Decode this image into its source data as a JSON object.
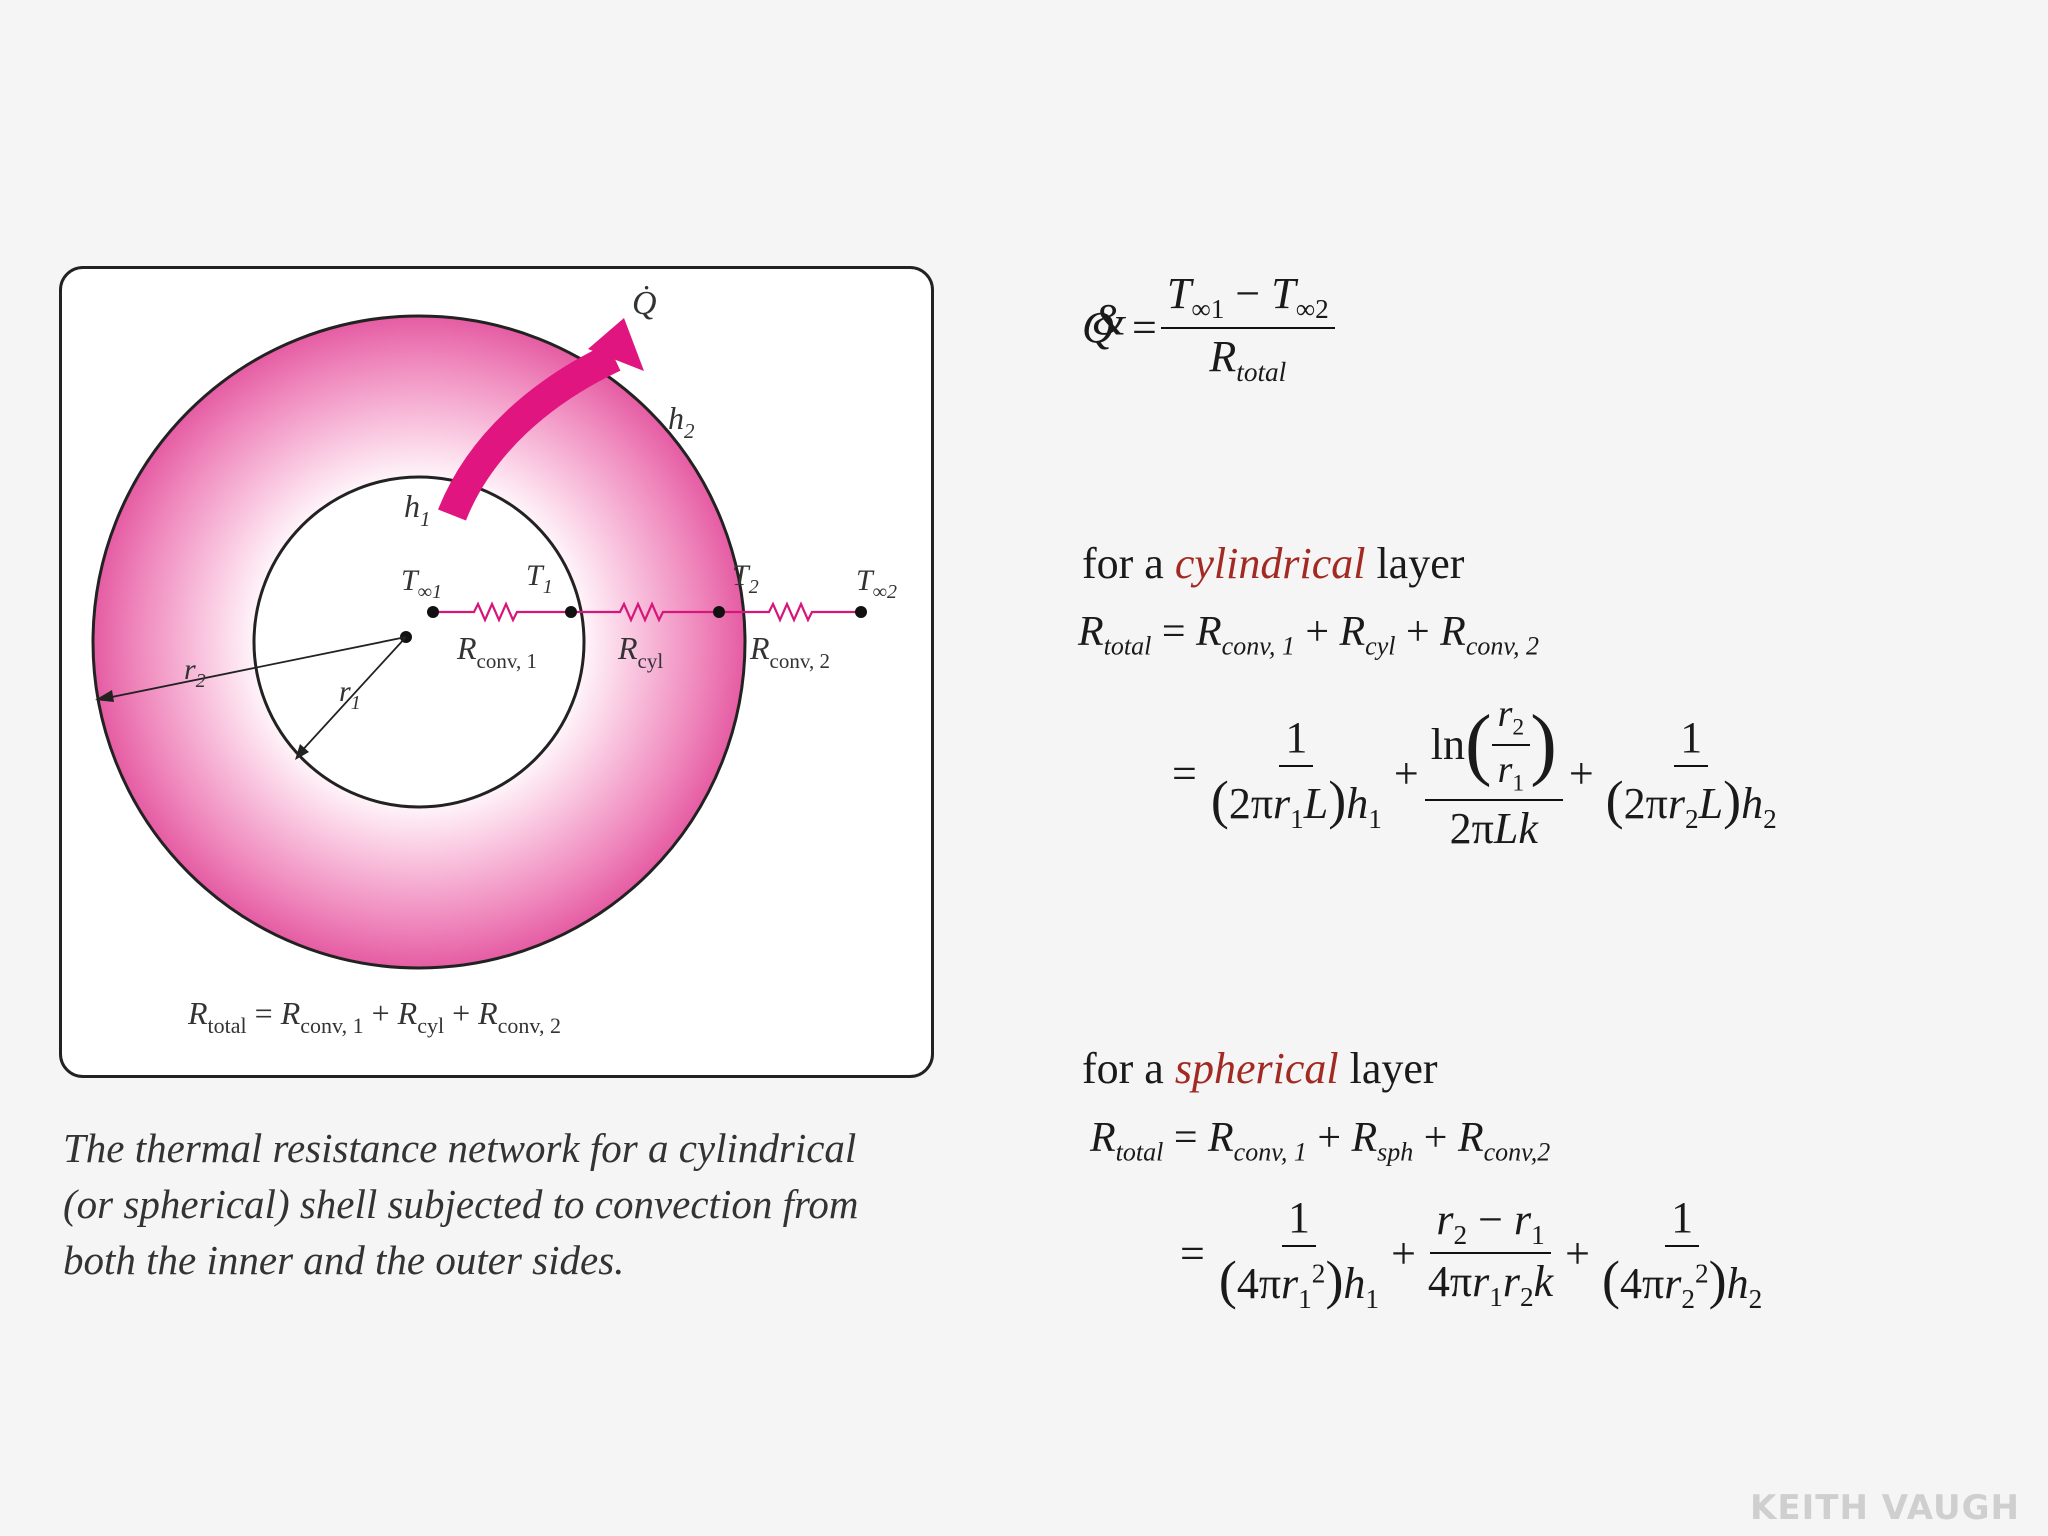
{
  "figure": {
    "labels": {
      "q_dot": "Q̇",
      "h1": "h",
      "h1_sub": "1",
      "h2": "h",
      "h2_sub": "2",
      "t_inf1": "T",
      "t_inf1_sub": "∞1",
      "t1": "T",
      "t1_sub": "1",
      "t2": "T",
      "t2_sub": "2",
      "t_inf2": "T",
      "t_inf2_sub": "∞2",
      "r_conv1": "R",
      "r_conv1_sub": "conv, 1",
      "r_cyl": "R",
      "r_cyl_sub": "cyl",
      "r_conv2": "R",
      "r_conv2_sub": "conv, 2",
      "r1": "r",
      "r1_sub": "1",
      "r2": "r",
      "r2_sub": "2"
    },
    "total_equation": {
      "lhs": "R",
      "lhs_sub": "total",
      "eq": " = ",
      "t1": "R",
      "t1_sub": "conv, 1",
      "plus1": " + ",
      "t2": "R",
      "t2_sub": "cyl",
      "plus2": " + ",
      "t3": "R",
      "t3_sub": "conv, 2"
    },
    "colors": {
      "shell": "#e03c8c",
      "arrow": "#e0157f",
      "network": "#d6167a"
    }
  },
  "caption": [
    "The thermal resistance network for a cylindrical",
    "(or spherical) shell subjected to convection from",
    "both the inner and the outer sides."
  ],
  "heat_rate": {
    "lhs": "&",
    "lhs_q": "Q",
    "eq": "=",
    "num_t1": "T",
    "num_t1_sub": "∞1",
    "minus": " − ",
    "num_t2": "T",
    "num_t2_sub": "∞2",
    "den": "R",
    "den_sub": "total"
  },
  "cylindrical": {
    "heading_pre": "for a ",
    "heading_word": "cylindrical",
    "heading_post": " layer",
    "sum": {
      "lhs": "R",
      "lhs_sub": "total",
      "eq": " = ",
      "a": "R",
      "a_sub": "conv, 1",
      "p1": " + ",
      "b": "R",
      "b_sub": "cyl",
      "p2": " + ",
      "c": "R",
      "c_sub": "conv, 2"
    },
    "expanded": {
      "eq": "=",
      "one": "1",
      "ln": "ln",
      "plus": "+",
      "two_pi": "2π",
      "r": "r",
      "r1_sub": "1",
      "r2_sub": "2",
      "L": "L",
      "h": "h",
      "k": "k",
      "h1_sub": "1",
      "h2_sub": "2"
    }
  },
  "spherical": {
    "heading_pre": "for a ",
    "heading_word": "spherical",
    "heading_post": " layer",
    "sum": {
      "lhs": "R",
      "lhs_sub": "total",
      "eq": " = ",
      "a": "R",
      "a_sub": "conv, 1",
      "p1": " + ",
      "b": "R",
      "b_sub": "sph",
      "p2": " + ",
      "c": "R",
      "c_sub": "conv,2"
    },
    "expanded": {
      "eq": "=",
      "one": "1",
      "plus": "+",
      "four_pi": "4π",
      "r": "r",
      "r1_sub": "1",
      "r2_sub": "2",
      "sq": "2",
      "minus": " − ",
      "h": "h",
      "k": "k",
      "h1_sub": "1",
      "h2_sub": "2"
    }
  },
  "watermark": "KEITH VAUGH"
}
